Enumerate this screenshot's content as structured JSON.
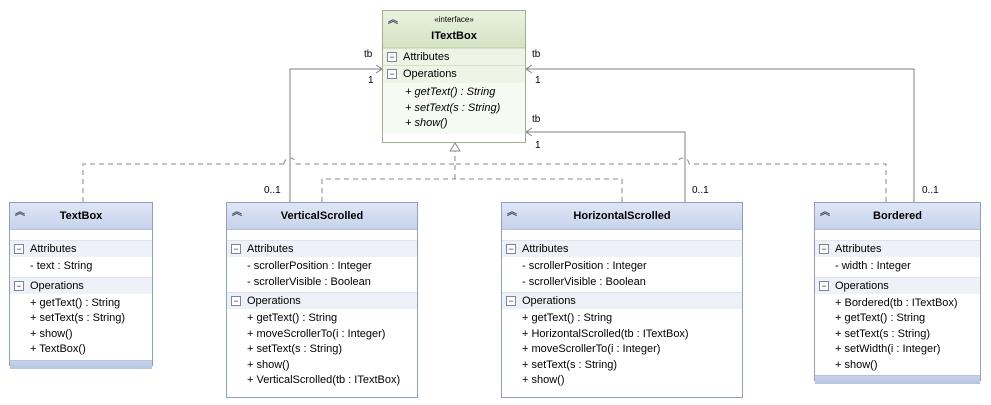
{
  "diagram": {
    "interface": {
      "stereotype": "«interface»",
      "name": "ITextBox",
      "attributes_label": "Attributes",
      "operations_label": "Operations",
      "operations": [
        "+ getText() : String",
        "+ setText(s : String)",
        "+ show()"
      ]
    },
    "classes": [
      {
        "name": "TextBox",
        "attributes_label": "Attributes",
        "attributes": [
          "- text : String"
        ],
        "operations_label": "Operations",
        "operations": [
          "+ getText() : String",
          "+ setText(s : String)",
          "+ show()",
          "+ TextBox()"
        ]
      },
      {
        "name": "VerticalScrolled",
        "attributes_label": "Attributes",
        "attributes": [
          "- scrollerPosition : Integer",
          "- scrollerVisible : Boolean"
        ],
        "operations_label": "Operations",
        "operations": [
          "+ getText() : String",
          "+ moveScrollerTo(i : Integer)",
          "+ setText(s : String)",
          "+ show()",
          "+ VerticalScrolled(tb : ITextBox)"
        ]
      },
      {
        "name": "HorizontalScrolled",
        "attributes_label": "Attributes",
        "attributes": [
          "- scrollerPosition : Integer",
          "- scrollerVisible : Boolean"
        ],
        "operations_label": "Operations",
        "operations": [
          "+ getText() : String",
          "+ HorizontalScrolled(tb : ITextBox)",
          "+ moveScrollerTo(i : Integer)",
          "+ setText(s : String)",
          "+ show()"
        ]
      },
      {
        "name": "Bordered",
        "attributes_label": "Attributes",
        "attributes": [
          "- width : Integer"
        ],
        "operations_label": "Operations",
        "operations": [
          "+ Bordered(tb : ITextBox)",
          "+ getText() : String",
          "+ setText(s : String)",
          "+ setWidth(i : Integer)",
          "+ show()"
        ]
      }
    ],
    "associations": [
      {
        "role": "tb",
        "target_mult": "1",
        "source_mult": "0..1"
      },
      {
        "role": "tb",
        "target_mult": "1",
        "source_mult": "0..1"
      },
      {
        "role": "tb",
        "target_mult": "1",
        "source_mult": "0..1"
      }
    ],
    "colors": {
      "class_header": "#c7d3ec",
      "interface_header": "#d4e3c4",
      "line": "#808080"
    }
  }
}
